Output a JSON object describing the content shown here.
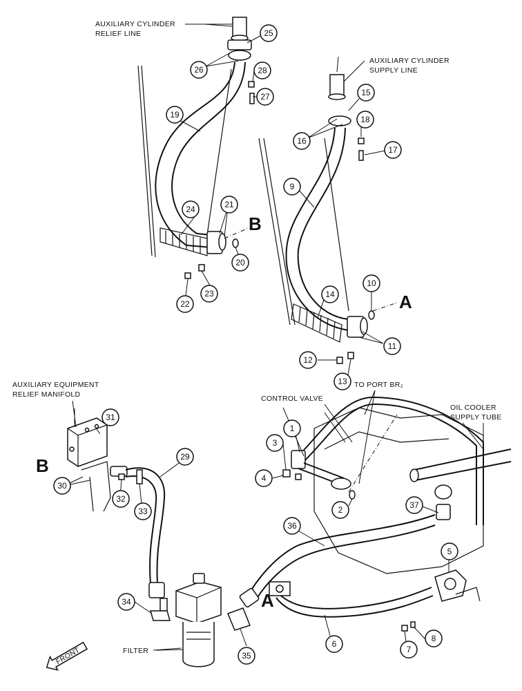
{
  "labels": {
    "aux_cyl_relief_line": [
      "AUXILIARY CYLINDER",
      "RELIEF LINE"
    ],
    "aux_cyl_supply_line": [
      "AUXILIARY CYLINDER",
      "SUPPLY LINE"
    ],
    "aux_equip_relief_manifold": [
      "AUXILIARY EQUIPMENT",
      "RELIEF MANIFOLD"
    ],
    "to_port_br2": "TO PORT BR₂",
    "control_valve": "CONTROL VALVE",
    "oil_cooler_supply_tube": [
      "OIL COOLER",
      "SUPPLY TUBE"
    ],
    "filter": "FILTER",
    "front": "FRONT"
  },
  "connection_letters": {
    "A": "A",
    "B": "B"
  },
  "callouts": [
    "1",
    "2",
    "3",
    "4",
    "5",
    "6",
    "7",
    "8",
    "9",
    "10",
    "11",
    "12",
    "13",
    "14",
    "15",
    "16",
    "17",
    "18",
    "19",
    "20",
    "21",
    "22",
    "23",
    "24",
    "25",
    "26",
    "27",
    "28",
    "29",
    "30",
    "31",
    "32",
    "33",
    "34",
    "35",
    "36",
    "37"
  ]
}
